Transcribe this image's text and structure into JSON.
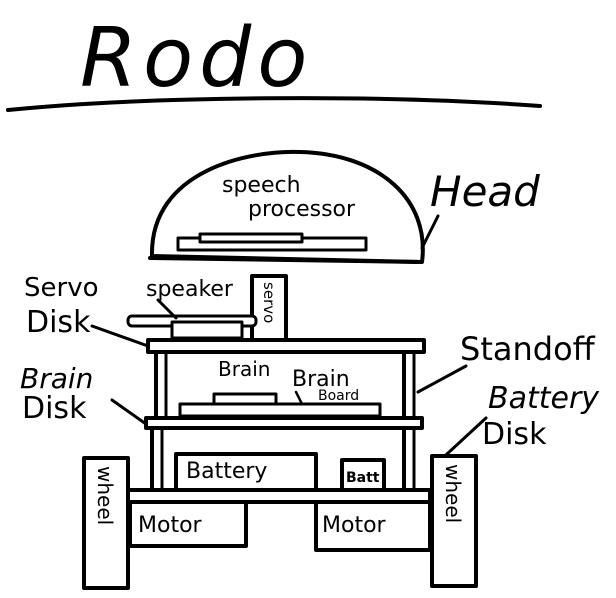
{
  "title": "Rodo",
  "labels": {
    "head": "Head",
    "speech_processor_line1": "speech",
    "speech_processor_line2": "processor",
    "servo_disk_line1": "Servo",
    "servo_disk_line2": "Disk",
    "speaker": "speaker",
    "servo": "servo",
    "brain": "Brain",
    "brain_board_line1": "Brain",
    "brain_board_line2": "Board",
    "brain_disk_line1": "Brain",
    "brain_disk_line2": "Disk",
    "standoff": "Standoff",
    "battery_disk_line1": "Battery",
    "battery_disk_line2": "Disk",
    "battery": "Battery",
    "batt": "Batt",
    "motor_left": "Motor",
    "motor_right": "Motor",
    "wheel_left": "wheel",
    "wheel_right": "wheel"
  },
  "colors": {
    "ink": "#000000",
    "paper": "#ffffff"
  }
}
